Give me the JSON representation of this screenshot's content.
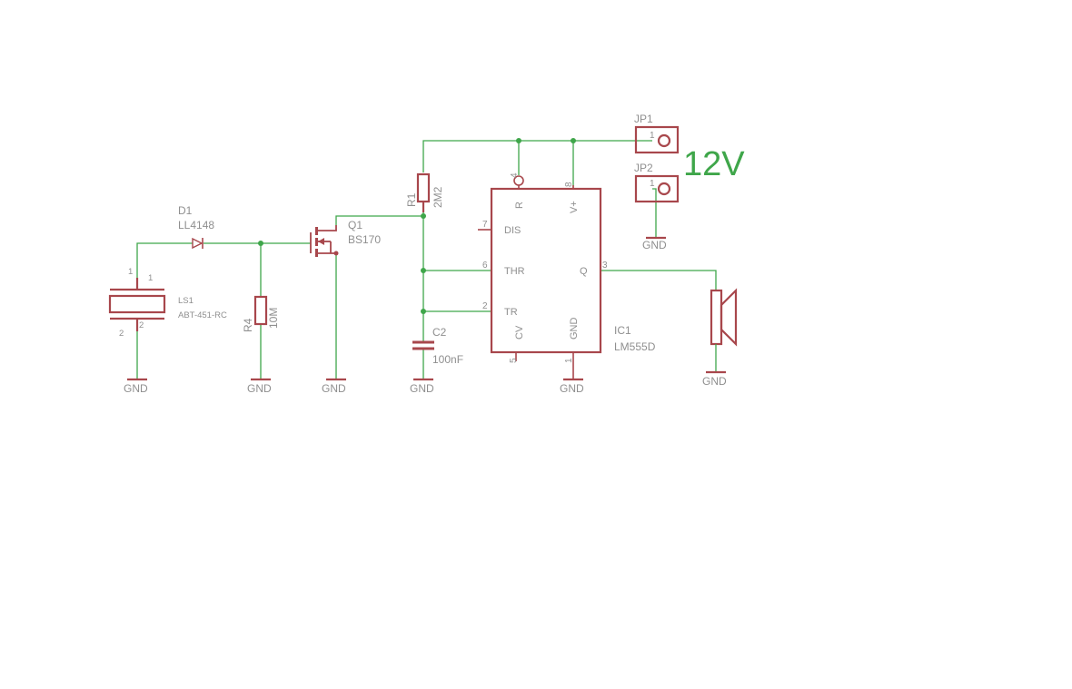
{
  "components": {
    "d1": {
      "ref": "D1",
      "value": "LL4148"
    },
    "ls1": {
      "ref": "LS1",
      "value": "ABT-451-RC",
      "pin1": "1",
      "pin2": "2"
    },
    "r4": {
      "ref": "R4",
      "value": "10M"
    },
    "q1": {
      "ref": "Q1",
      "value": "BS170"
    },
    "r1": {
      "ref": "R1",
      "value": "2M2"
    },
    "c2": {
      "ref": "C2",
      "value": "100nF"
    },
    "ic1": {
      "ref": "IC1",
      "value": "LM555D",
      "pins": {
        "r": {
          "name": "R",
          "num": "4"
        },
        "vplus": {
          "name": "V+",
          "num": "8"
        },
        "dis": {
          "name": "DIS",
          "num": "7"
        },
        "thr": {
          "name": "THR",
          "num": "6"
        },
        "tr": {
          "name": "TR",
          "num": "2"
        },
        "cv": {
          "name": "CV",
          "num": "5"
        },
        "gnd": {
          "name": "GND",
          "num": "1"
        },
        "q": {
          "name": "Q",
          "num": "3"
        }
      }
    },
    "jp1": {
      "ref": "JP1",
      "pin": "1"
    },
    "jp2": {
      "ref": "JP2",
      "pin": "1"
    }
  },
  "supply_label": "12V",
  "gnd_label": "GND",
  "colors": {
    "wire": "#3fa64a",
    "part": "#a8474c",
    "text": "#8f8f8f",
    "supply": "#3fa64a"
  }
}
